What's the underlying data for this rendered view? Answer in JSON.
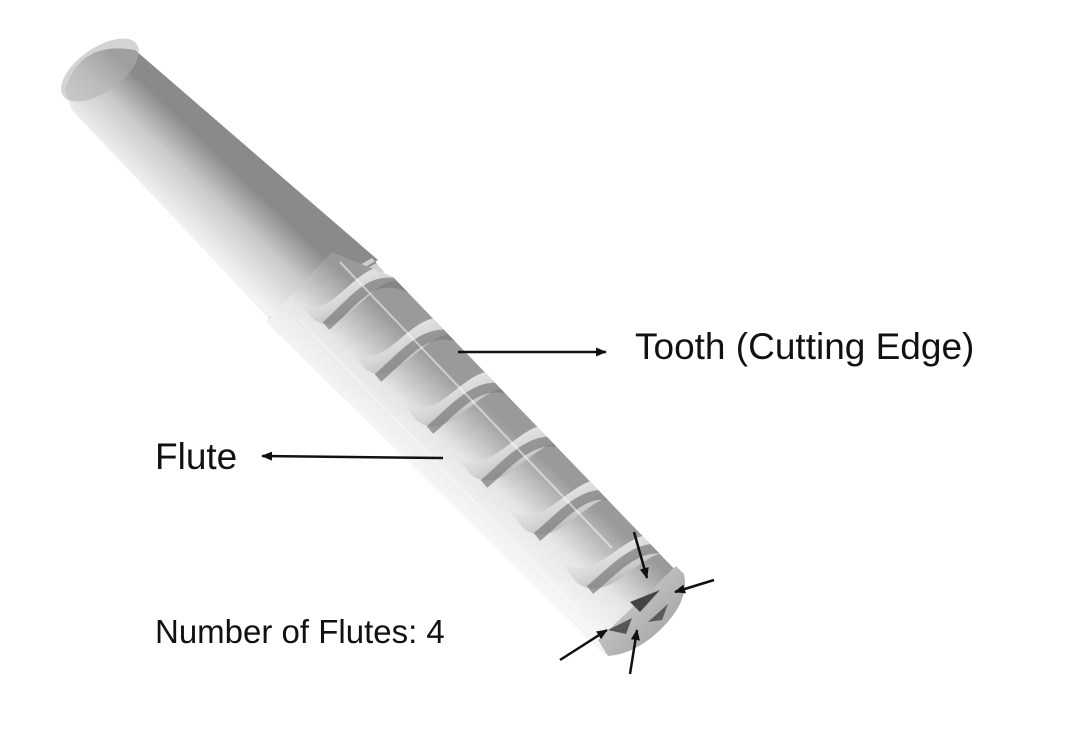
{
  "labels": {
    "tooth": "Tooth (Cutting Edge)",
    "flute": "Flute",
    "flute_count": "Number of Flutes: 4"
  },
  "colors": {
    "background": "#ffffff",
    "text": "#111111",
    "arrow": "#111111",
    "metal_light": "#f2f2f2",
    "metal_mid": "#b8b8b8",
    "metal_dark": "#6e6e6e"
  }
}
